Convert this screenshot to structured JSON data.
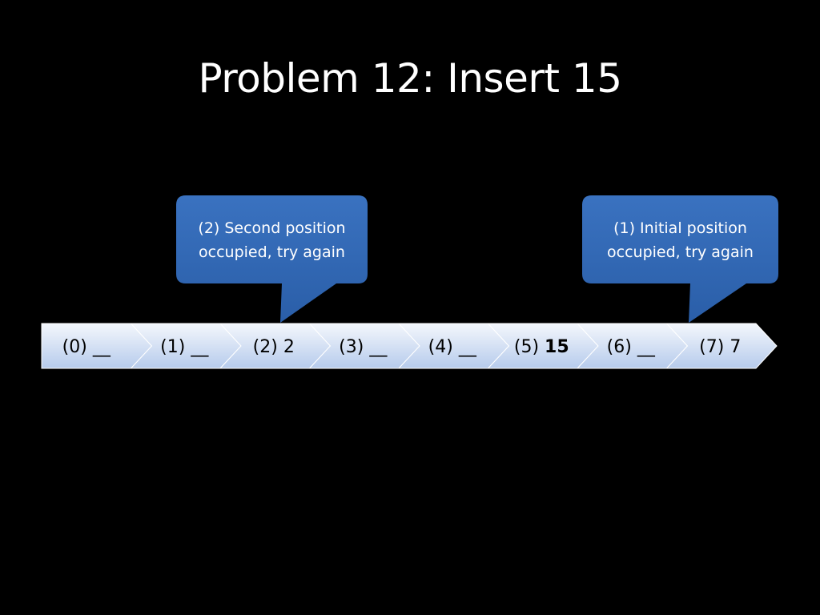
{
  "slide": {
    "title": "Problem 12: Insert 15"
  },
  "array": {
    "cells": [
      {
        "index_label": "(0)",
        "value": "__",
        "bold": false
      },
      {
        "index_label": "(1)",
        "value": "__",
        "bold": false
      },
      {
        "index_label": "(2)",
        "value": "2",
        "bold": false
      },
      {
        "index_label": "(3)",
        "value": "__",
        "bold": false
      },
      {
        "index_label": "(4)",
        "value": "__",
        "bold": false
      },
      {
        "index_label": "(5)",
        "value": "15",
        "bold": true
      },
      {
        "index_label": "(6)",
        "value": "__",
        "bold": false
      },
      {
        "index_label": "(7)",
        "value": "7",
        "bold": false
      }
    ]
  },
  "callouts": [
    {
      "id": "second",
      "lines": [
        "(2) Second position",
        "occupied, try again"
      ],
      "points_to_cell": 2
    },
    {
      "id": "initial",
      "lines": [
        "(1) Initial position",
        "occupied, try again"
      ],
      "points_to_cell": 7
    }
  ],
  "colors": {
    "background": "#000000",
    "title": "#ffffff",
    "chevron_light": "#eef3fb",
    "chevron_dark": "#b9cdee",
    "callout_fill": "#2e66b3",
    "callout_text": "#ffffff"
  }
}
